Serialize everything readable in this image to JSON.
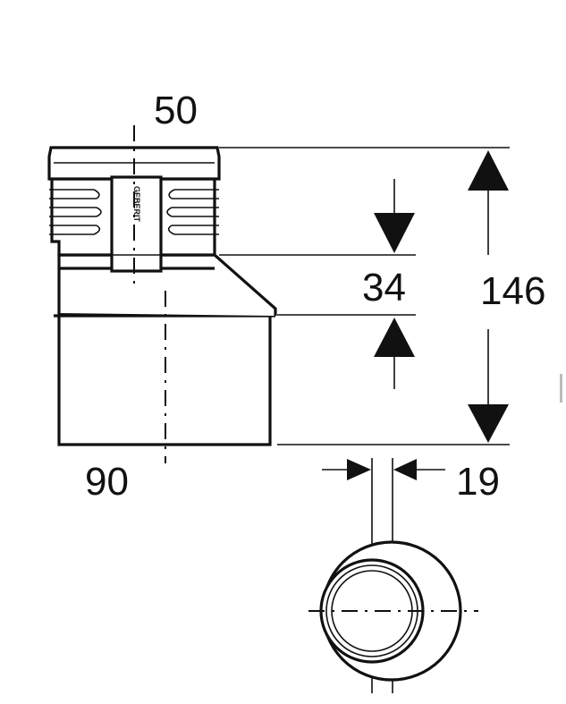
{
  "drawing": {
    "dimensions": {
      "top_outlet_diameter": "50",
      "bottom_inlet_diameter": "90",
      "insertion_depth": "34",
      "total_height": "146",
      "eccentric_offset": "19"
    },
    "brand_mark": "GEBERIT",
    "line_color": "#111111",
    "background_color": "#ffffff"
  }
}
